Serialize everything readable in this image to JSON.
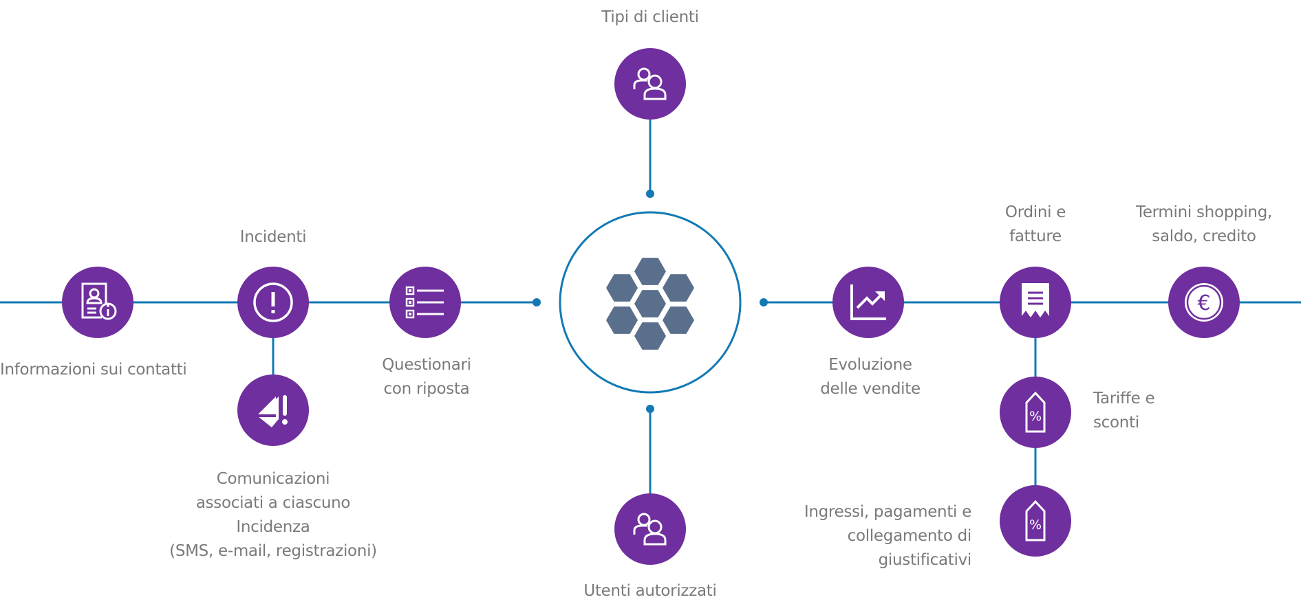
{
  "colors": {
    "line": "#1279b4",
    "node_fill": "#6f2f9e",
    "icon_stroke": "#ffffff",
    "hex_fill": "#5a6f8c",
    "text": "#7a7a7a"
  },
  "center": {
    "icon": "hexagon-cluster-icon"
  },
  "nodes": [
    {
      "id": "tipi-clienti",
      "icon": "users-icon",
      "label": [
        "Tipi di clienti"
      ]
    },
    {
      "id": "utenti-autorizzati",
      "icon": "users-icon",
      "label": [
        "Utenti autorizzati"
      ]
    },
    {
      "id": "informazioni-contatti",
      "icon": "contact-info-icon",
      "label": [
        "Informazioni sui contatti"
      ]
    },
    {
      "id": "incidenti",
      "icon": "exclamation-circle-icon",
      "label": [
        "Incidenti"
      ]
    },
    {
      "id": "comunicazioni",
      "icon": "mail-alert-icon",
      "label": [
        "Comunicazioni",
        "associati a ciascuno",
        "Incidenza",
        "(SMS, e-mail, registrazioni)"
      ]
    },
    {
      "id": "questionari",
      "icon": "checklist-icon",
      "label": [
        "Questionari",
        "con riposta"
      ]
    },
    {
      "id": "evoluzione-vendite",
      "icon": "trend-chart-icon",
      "label": [
        "Evoluzione",
        "delle vendite"
      ]
    },
    {
      "id": "ordini-fatture",
      "icon": "receipt-icon",
      "label": [
        "Ordini e",
        "fatture"
      ]
    },
    {
      "id": "termini-shopping",
      "icon": "euro-coin-icon",
      "label": [
        "Termini shopping,",
        "saldo, credito"
      ]
    },
    {
      "id": "tariffe-sconti",
      "icon": "price-tag-percent-icon",
      "label": [
        "Tariffe e",
        "sconti"
      ]
    },
    {
      "id": "ingressi-pagamenti",
      "icon": "price-tag-percent-icon",
      "label": [
        "Ingressi, pagamenti e",
        "collegamento di",
        "giustificativi"
      ]
    }
  ]
}
